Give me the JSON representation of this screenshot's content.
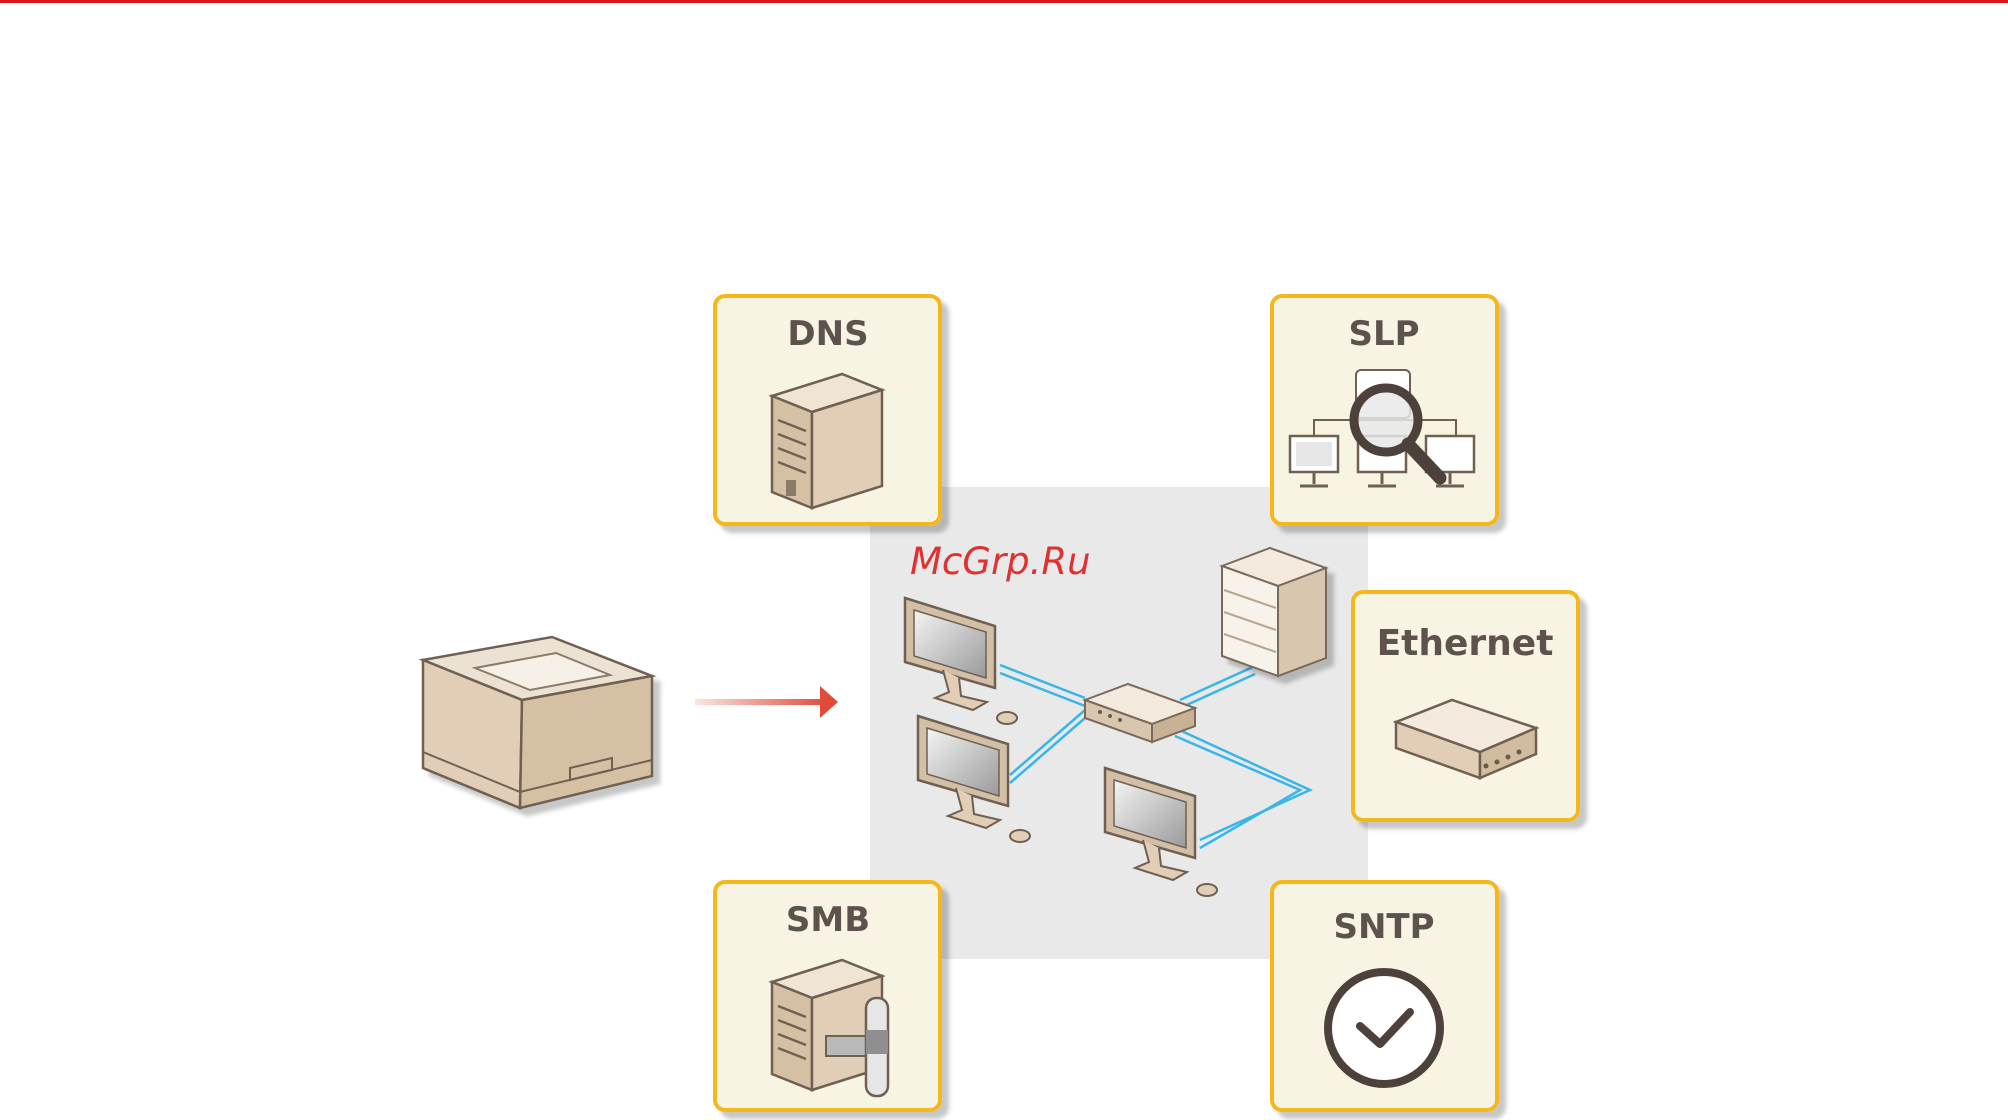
{
  "watermark": "McGrp.Ru",
  "services": {
    "dns": "DNS",
    "slp": "SLP",
    "ethernet": "Ethernet",
    "smb": "SMB",
    "sntp": "SNTP"
  },
  "colors": {
    "top_rule": "#d8141c",
    "card_border": "#f5b81f",
    "card_fill": "#f8f4e4",
    "arrow": "#e24a3a",
    "network_panel": "#e9e9e9",
    "cable": "#38b6e8",
    "device_body": "#e2cdb6",
    "label_text": "#5e534c"
  }
}
